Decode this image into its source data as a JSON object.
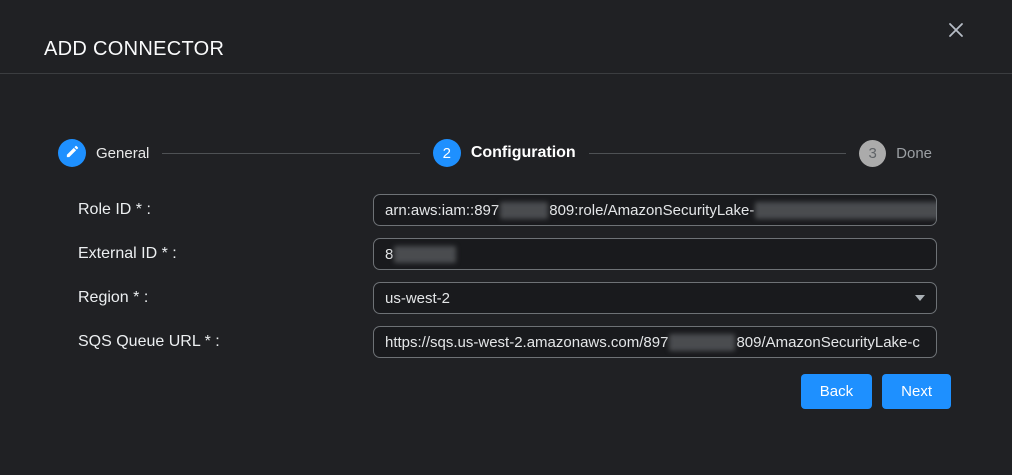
{
  "modal": {
    "title": "ADD CONNECTOR"
  },
  "stepper": {
    "steps": [
      {
        "id": "general",
        "label": "General",
        "state": "completed",
        "icon": "pencil-icon",
        "number": ""
      },
      {
        "id": "configuration",
        "label": "Configuration",
        "state": "active",
        "number": "2"
      },
      {
        "id": "done",
        "label": "Done",
        "state": "pending",
        "number": "3"
      }
    ]
  },
  "form": {
    "role_id": {
      "label": "Role ID * :",
      "value_part1": "arn:aws:iam::897",
      "value_part2": "809:role/AmazonSecurityLake-",
      "redacted": true
    },
    "external_id": {
      "label": "External ID * :",
      "value_part1": "8",
      "redacted": true
    },
    "region": {
      "label": "Region * :",
      "value": "us-west-2"
    },
    "sqs_queue_url": {
      "label": "SQS Queue URL * :",
      "value_part1": "https://sqs.us-west-2.amazonaws.com/897",
      "value_part2": "809/AmazonSecurityLake-c",
      "redacted": true
    }
  },
  "footer": {
    "back_label": "Back",
    "next_label": "Next"
  },
  "icons": {
    "close": "x-icon",
    "step_general": "pencil-icon",
    "region_dropdown": "chevron-down-icon"
  },
  "colors": {
    "accent_blue": "#1e90ff",
    "modal_bg": "#202124",
    "input_bg": "#191a1d",
    "input_border": "#6e7276",
    "pending_gray": "#ababab",
    "divider": "#3b3d40"
  }
}
